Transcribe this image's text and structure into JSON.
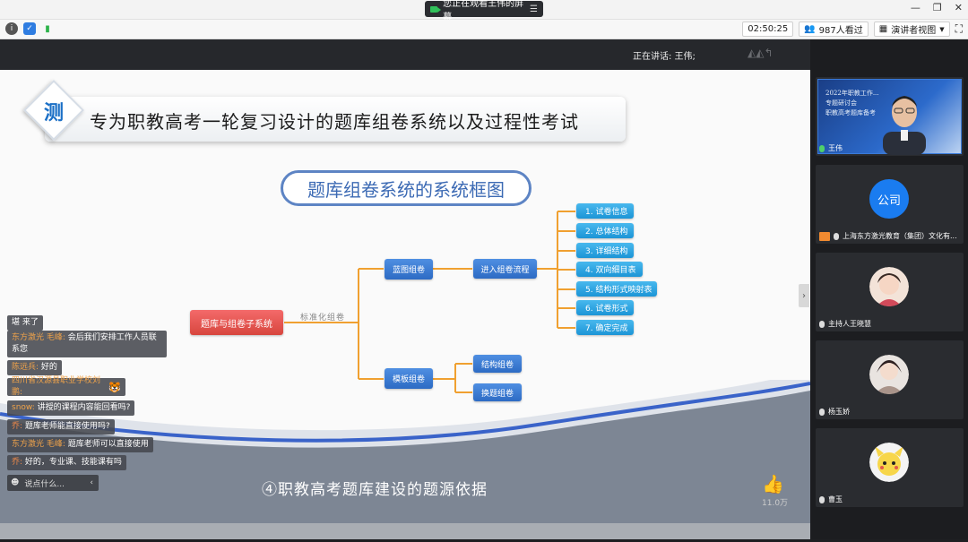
{
  "titlebar": {
    "share_status": "您正在观看王伟的屏幕",
    "menu_glyph": "☰"
  },
  "toolbar": {
    "timer": "02:50:25",
    "viewers": "987人看过",
    "view_mode": "演讲者视图"
  },
  "stage": {
    "speaking": "正在讲话: 王伟;"
  },
  "slide": {
    "badge": "测",
    "headline": "专为职教高考一轮复习设计的题库组卷系统以及过程性考试",
    "frame_title": "题库组卷系统的系统框图",
    "root_node": "题库与组卷子系统",
    "bracket_label": "标准化组卷",
    "branch_blueprint": "蓝图组卷",
    "branch_template": "模板组卷",
    "flow_node": "进入组卷流程",
    "template_children": [
      "结构组卷",
      "换题组卷"
    ],
    "steps": [
      "1. 试卷信息",
      "2. 总体结构",
      "3. 详细结构",
      "4. 双向细目表",
      "5. 结构形式映射表",
      "6. 试卷形式",
      "7. 确定完成"
    ],
    "footer": "④职教高考题库建设的题源依据"
  },
  "chat": {
    "messages": [
      {
        "name": "",
        "text": "堪 来了"
      },
      {
        "name": "东方激光 毛峰:",
        "text": " 会后我们安排工作人员联系您"
      },
      {
        "name": "陈远兵:",
        "text": " 好的"
      },
      {
        "name": "四川省汉源县职业学校刘鹏:",
        "text": ""
      },
      {
        "name": "snow:",
        "text": " 讲授的课程内容能回看吗?"
      },
      {
        "name": "乔:",
        "text": " 题库老师能直接使用吗?"
      },
      {
        "name": "东方激光 毛峰:",
        "text": " 题库老师可以直接使用"
      },
      {
        "name": "乔:",
        "text": " 好的，专业课、技能课有吗"
      }
    ],
    "input_placeholder": "说点什么...",
    "like_count": "11.0万"
  },
  "participants": [
    {
      "name": "王伟",
      "type": "video",
      "video_lines": [
        "2022年职教工作...",
        "专题研讨会",
        "职教高考题库备考"
      ]
    },
    {
      "name": "上海东方激光教育（集团）文化有...",
      "type": "text_avatar",
      "avatar_text": "公司"
    },
    {
      "name": "主持人王晓慧",
      "type": "photo"
    },
    {
      "name": "杨玉娇",
      "type": "photo"
    },
    {
      "name": "曹玉",
      "type": "photo"
    }
  ],
  "colors": {
    "accent_blue": "#2d6bc4",
    "step_cyan": "#1c95d6",
    "root_red": "#d8463e",
    "line_orange": "#f0a030"
  }
}
